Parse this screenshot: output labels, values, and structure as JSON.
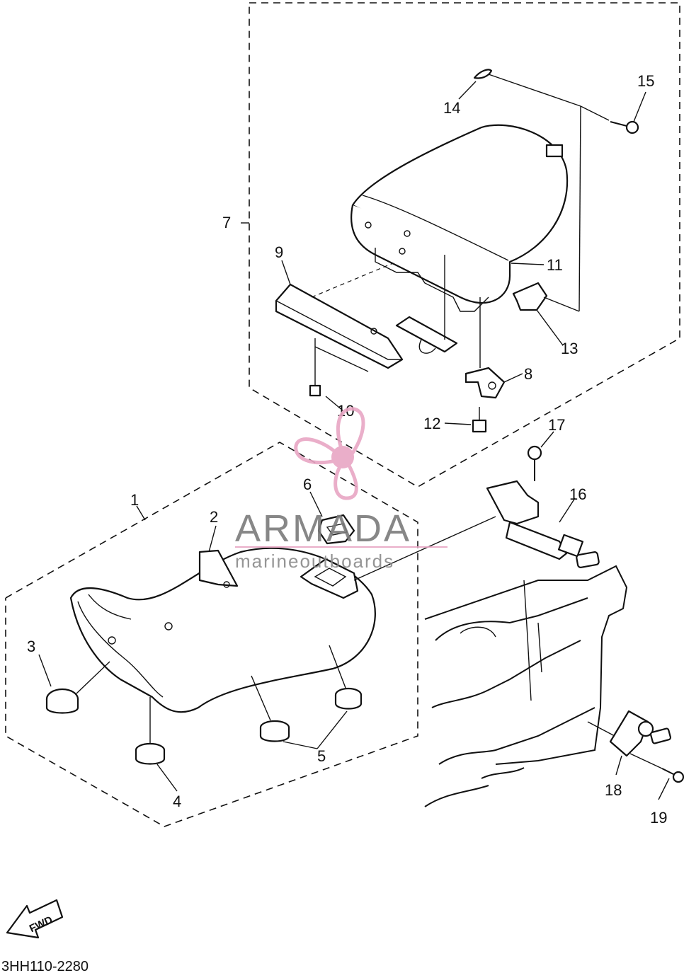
{
  "callouts": [
    {
      "label": "1"
    },
    {
      "label": "2"
    },
    {
      "label": "3"
    },
    {
      "label": "4"
    },
    {
      "label": "5"
    },
    {
      "label": "6"
    },
    {
      "label": "7"
    },
    {
      "label": "8"
    },
    {
      "label": "9"
    },
    {
      "label": "10"
    },
    {
      "label": "11"
    },
    {
      "label": "12"
    },
    {
      "label": "13"
    },
    {
      "label": "14"
    },
    {
      "label": "15"
    },
    {
      "label": "16"
    },
    {
      "label": "17"
    },
    {
      "label": "18"
    },
    {
      "label": "19"
    }
  ],
  "watermark": {
    "name": "ARMADA",
    "subtitle": "marineoutboards",
    "color_pink": "#e8a6c4",
    "color_gray": "#7b7b7b"
  },
  "direction_badge": {
    "label": "FWD",
    "icon": "fwd-arrow-icon"
  },
  "diagram_code": "3HH110-2280"
}
